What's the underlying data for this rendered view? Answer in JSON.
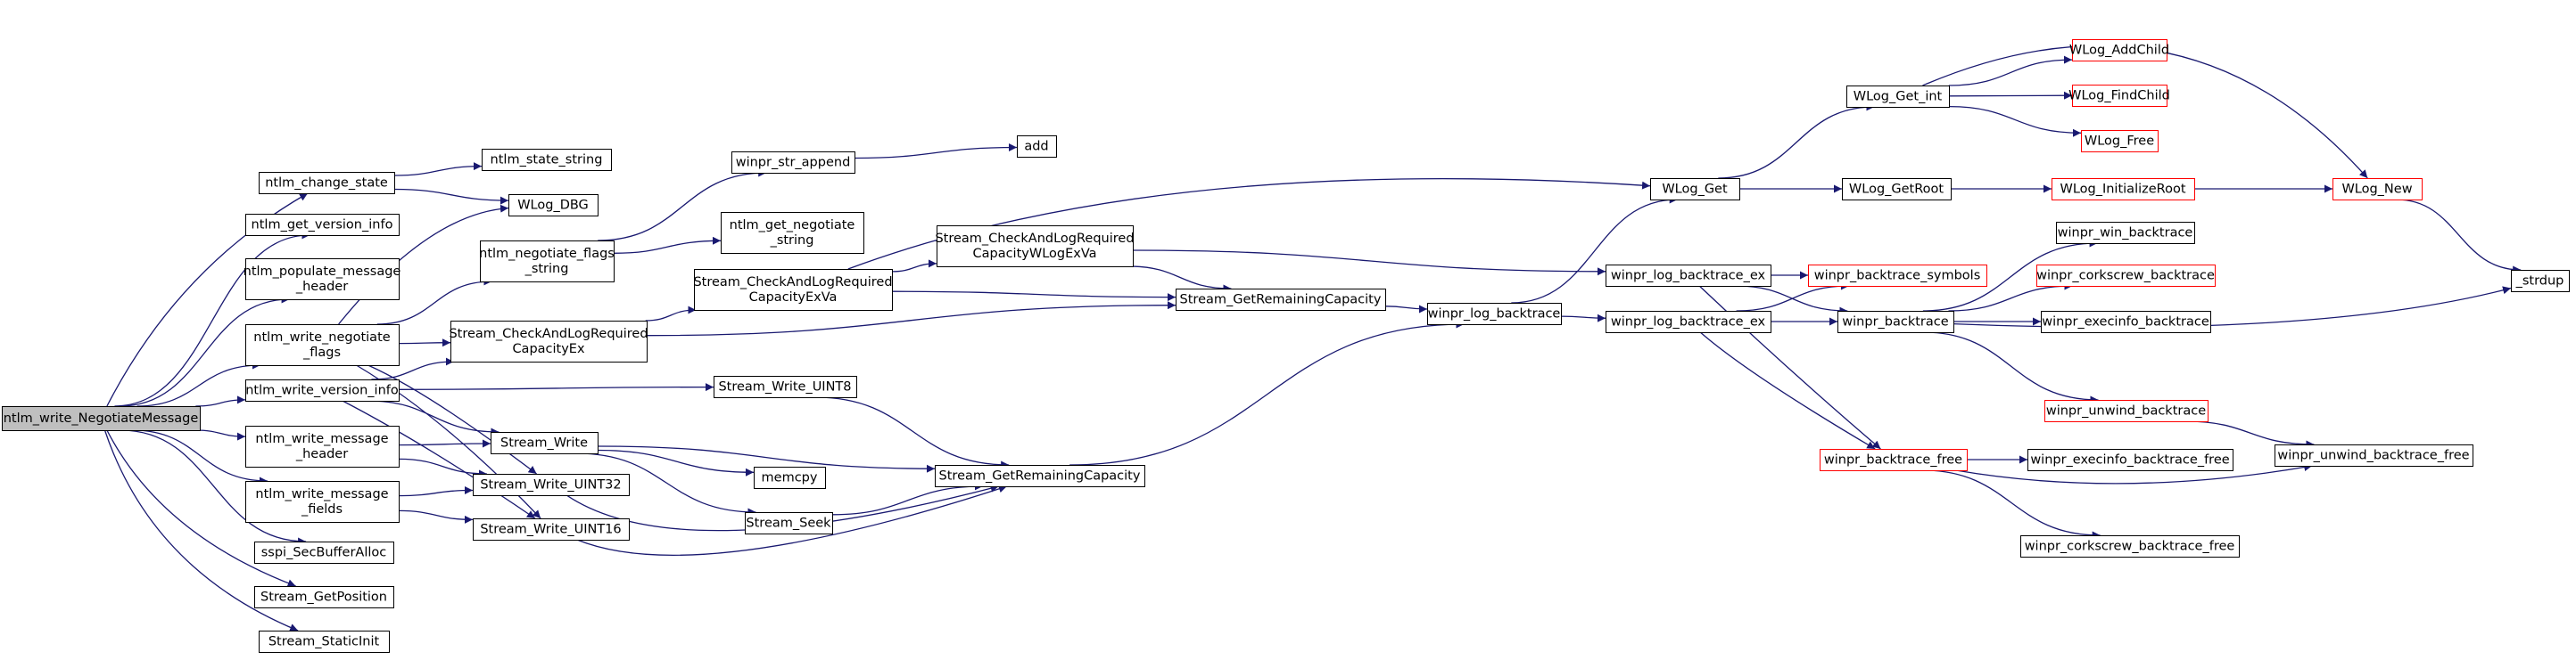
{
  "diagram": {
    "colors": {
      "edge": "#191970",
      "node_border": "#000000",
      "node_border_truncated": "#ff0000",
      "root_fill": "#bfbfbf",
      "node_fill": "#ffffff",
      "background": "#ffffff"
    },
    "nodes": [
      {
        "id": "root",
        "lines": [
          "ntlm_write_NegotiateMessage"
        ],
        "style": "root"
      },
      {
        "id": "change_state",
        "lines": [
          "ntlm_change_state"
        ],
        "style": "normal"
      },
      {
        "id": "get_version_info",
        "lines": [
          "ntlm_get_version_info"
        ],
        "style": "normal"
      },
      {
        "id": "populate_header",
        "lines": [
          "ntlm_populate_message",
          "_header"
        ],
        "style": "normal"
      },
      {
        "id": "write_neg_flags",
        "lines": [
          "ntlm_write_negotiate",
          "_flags"
        ],
        "style": "normal"
      },
      {
        "id": "write_version_info",
        "lines": [
          "ntlm_write_version_info"
        ],
        "style": "normal"
      },
      {
        "id": "write_msg_header",
        "lines": [
          "ntlm_write_message",
          "_header"
        ],
        "style": "normal"
      },
      {
        "id": "write_msg_fields",
        "lines": [
          "ntlm_write_message",
          "_fields"
        ],
        "style": "normal"
      },
      {
        "id": "sspi_alloc",
        "lines": [
          "sspi_SecBufferAlloc"
        ],
        "style": "normal"
      },
      {
        "id": "get_position",
        "lines": [
          "Stream_GetPosition"
        ],
        "style": "normal"
      },
      {
        "id": "static_init",
        "lines": [
          "Stream_StaticInit"
        ],
        "style": "normal"
      },
      {
        "id": "state_string",
        "lines": [
          "ntlm_state_string"
        ],
        "style": "normal"
      },
      {
        "id": "wlog_dbg",
        "lines": [
          "WLog_DBG"
        ],
        "style": "normal"
      },
      {
        "id": "neg_flags_string",
        "lines": [
          "ntlm_negotiate_flags",
          "_string"
        ],
        "style": "normal"
      },
      {
        "id": "check_ex",
        "lines": [
          "Stream_CheckAndLogRequired",
          "CapacityEx"
        ],
        "style": "normal"
      },
      {
        "id": "stream_write",
        "lines": [
          "Stream_Write"
        ],
        "style": "normal"
      },
      {
        "id": "write_uint32",
        "lines": [
          "Stream_Write_UINT32"
        ],
        "style": "normal"
      },
      {
        "id": "write_uint16",
        "lines": [
          "Stream_Write_UINT16"
        ],
        "style": "normal"
      },
      {
        "id": "str_append",
        "lines": [
          "winpr_str_append"
        ],
        "style": "normal"
      },
      {
        "id": "get_neg_string",
        "lines": [
          "ntlm_get_negotiate",
          "_string"
        ],
        "style": "normal"
      },
      {
        "id": "check_exva",
        "lines": [
          "Stream_CheckAndLogRequired",
          "CapacityExVa"
        ],
        "style": "normal"
      },
      {
        "id": "write_uint8",
        "lines": [
          "Stream_Write_UINT8"
        ],
        "style": "normal"
      },
      {
        "id": "memcpy",
        "lines": [
          "memcpy"
        ],
        "style": "normal"
      },
      {
        "id": "seek",
        "lines": [
          "Stream_Seek"
        ],
        "style": "normal"
      },
      {
        "id": "add",
        "lines": [
          "add"
        ],
        "style": "normal"
      },
      {
        "id": "check_wlog",
        "lines": [
          "Stream_CheckAndLogRequired",
          "CapacityWLogExVa"
        ],
        "style": "normal"
      },
      {
        "id": "remcap1",
        "lines": [
          "Stream_GetRemainingCapacity"
        ],
        "style": "normal"
      },
      {
        "id": "remcap2",
        "lines": [
          "Stream_GetRemainingCapacity"
        ],
        "style": "normal"
      },
      {
        "id": "log_backtrace",
        "lines": [
          "winpr_log_backtrace"
        ],
        "style": "normal"
      },
      {
        "id": "wlog_get",
        "lines": [
          "WLog_Get"
        ],
        "style": "normal"
      },
      {
        "id": "log_bt_ex1",
        "lines": [
          "winpr_log_backtrace_ex"
        ],
        "style": "normal"
      },
      {
        "id": "log_bt_ex2",
        "lines": [
          "winpr_log_backtrace_ex"
        ],
        "style": "normal"
      },
      {
        "id": "wlog_get_int",
        "lines": [
          "WLog_Get_int"
        ],
        "style": "normal"
      },
      {
        "id": "wlog_getroot",
        "lines": [
          "WLog_GetRoot"
        ],
        "style": "normal"
      },
      {
        "id": "bt_symbols",
        "lines": [
          "winpr_backtrace_symbols"
        ],
        "style": "truncated"
      },
      {
        "id": "backtrace",
        "lines": [
          "winpr_backtrace"
        ],
        "style": "normal"
      },
      {
        "id": "bt_free",
        "lines": [
          "winpr_backtrace_free"
        ],
        "style": "truncated"
      },
      {
        "id": "wlog_addchild",
        "lines": [
          "WLog_AddChild"
        ],
        "style": "truncated"
      },
      {
        "id": "wlog_findchild",
        "lines": [
          "WLog_FindChild"
        ],
        "style": "truncated"
      },
      {
        "id": "wlog_free",
        "lines": [
          "WLog_Free"
        ],
        "style": "truncated"
      },
      {
        "id": "wlog_initroot",
        "lines": [
          "WLog_InitializeRoot"
        ],
        "style": "truncated"
      },
      {
        "id": "win_bt",
        "lines": [
          "winpr_win_backtrace"
        ],
        "style": "normal"
      },
      {
        "id": "corkscrew_bt",
        "lines": [
          "winpr_corkscrew_backtrace"
        ],
        "style": "truncated"
      },
      {
        "id": "execinfo_bt",
        "lines": [
          "winpr_execinfo_backtrace"
        ],
        "style": "normal"
      },
      {
        "id": "unwind_bt",
        "lines": [
          "winpr_unwind_backtrace"
        ],
        "style": "truncated"
      },
      {
        "id": "execinfo_free",
        "lines": [
          "winpr_execinfo_backtrace_free"
        ],
        "style": "normal"
      },
      {
        "id": "corkscrew_free",
        "lines": [
          "winpr_corkscrew_backtrace_free"
        ],
        "style": "normal"
      },
      {
        "id": "wlog_new",
        "lines": [
          "WLog_New"
        ],
        "style": "truncated"
      },
      {
        "id": "strdup",
        "lines": [
          "_strdup"
        ],
        "style": "normal"
      },
      {
        "id": "unwind_free",
        "lines": [
          "winpr_unwind_backtrace_free"
        ],
        "style": "normal"
      }
    ],
    "edges": [
      [
        "root",
        "change_state"
      ],
      [
        "root",
        "get_version_info"
      ],
      [
        "root",
        "populate_header"
      ],
      [
        "root",
        "write_neg_flags"
      ],
      [
        "root",
        "write_version_info"
      ],
      [
        "root",
        "write_msg_header"
      ],
      [
        "root",
        "write_msg_fields"
      ],
      [
        "root",
        "sspi_alloc"
      ],
      [
        "root",
        "get_position"
      ],
      [
        "root",
        "static_init"
      ],
      [
        "change_state",
        "state_string"
      ],
      [
        "change_state",
        "wlog_dbg"
      ],
      [
        "write_neg_flags",
        "wlog_dbg"
      ],
      [
        "write_neg_flags",
        "neg_flags_string"
      ],
      [
        "write_neg_flags",
        "check_ex"
      ],
      [
        "write_neg_flags",
        "write_uint32"
      ],
      [
        "write_neg_flags",
        "write_uint16"
      ],
      [
        "write_version_info",
        "check_ex"
      ],
      [
        "write_version_info",
        "write_uint8"
      ],
      [
        "write_version_info",
        "stream_write"
      ],
      [
        "write_version_info",
        "write_uint16"
      ],
      [
        "write_msg_header",
        "stream_write"
      ],
      [
        "write_msg_header",
        "write_uint32"
      ],
      [
        "write_msg_fields",
        "write_uint32"
      ],
      [
        "write_msg_fields",
        "write_uint16"
      ],
      [
        "neg_flags_string",
        "str_append"
      ],
      [
        "neg_flags_string",
        "get_neg_string"
      ],
      [
        "str_append",
        "add"
      ],
      [
        "check_ex",
        "check_exva"
      ],
      [
        "check_ex",
        "remcap1"
      ],
      [
        "check_exva",
        "check_wlog"
      ],
      [
        "check_exva",
        "remcap1"
      ],
      [
        "check_exva",
        "wlog_get"
      ],
      [
        "check_wlog",
        "remcap1"
      ],
      [
        "check_wlog",
        "log_bt_ex1"
      ],
      [
        "stream_write",
        "memcpy"
      ],
      [
        "stream_write",
        "seek"
      ],
      [
        "stream_write",
        "remcap2"
      ],
      [
        "seek",
        "remcap2"
      ],
      [
        "write_uint8",
        "remcap2"
      ],
      [
        "write_uint32",
        "remcap2"
      ],
      [
        "write_uint16",
        "remcap2"
      ],
      [
        "remcap1",
        "log_backtrace"
      ],
      [
        "remcap2",
        "log_backtrace"
      ],
      [
        "log_backtrace",
        "wlog_get"
      ],
      [
        "log_backtrace",
        "log_bt_ex2"
      ],
      [
        "wlog_get",
        "wlog_get_int"
      ],
      [
        "wlog_get",
        "wlog_getroot"
      ],
      [
        "wlog_get_int",
        "wlog_new"
      ],
      [
        "wlog_get_int",
        "wlog_addchild"
      ],
      [
        "wlog_get_int",
        "wlog_findchild"
      ],
      [
        "wlog_get_int",
        "wlog_free"
      ],
      [
        "wlog_getroot",
        "wlog_initroot"
      ],
      [
        "wlog_initroot",
        "wlog_new"
      ],
      [
        "wlog_new",
        "strdup"
      ],
      [
        "log_bt_ex1",
        "bt_symbols"
      ],
      [
        "log_bt_ex1",
        "backtrace"
      ],
      [
        "log_bt_ex1",
        "bt_free"
      ],
      [
        "log_bt_ex2",
        "bt_symbols"
      ],
      [
        "log_bt_ex2",
        "backtrace"
      ],
      [
        "log_bt_ex2",
        "bt_free"
      ],
      [
        "backtrace",
        "win_bt"
      ],
      [
        "backtrace",
        "corkscrew_bt"
      ],
      [
        "backtrace",
        "execinfo_bt"
      ],
      [
        "backtrace",
        "unwind_bt"
      ],
      [
        "backtrace",
        "strdup"
      ],
      [
        "unwind_bt",
        "unwind_free"
      ],
      [
        "bt_free",
        "execinfo_free"
      ],
      [
        "bt_free",
        "corkscrew_free"
      ],
      [
        "bt_free",
        "unwind_free"
      ]
    ]
  }
}
